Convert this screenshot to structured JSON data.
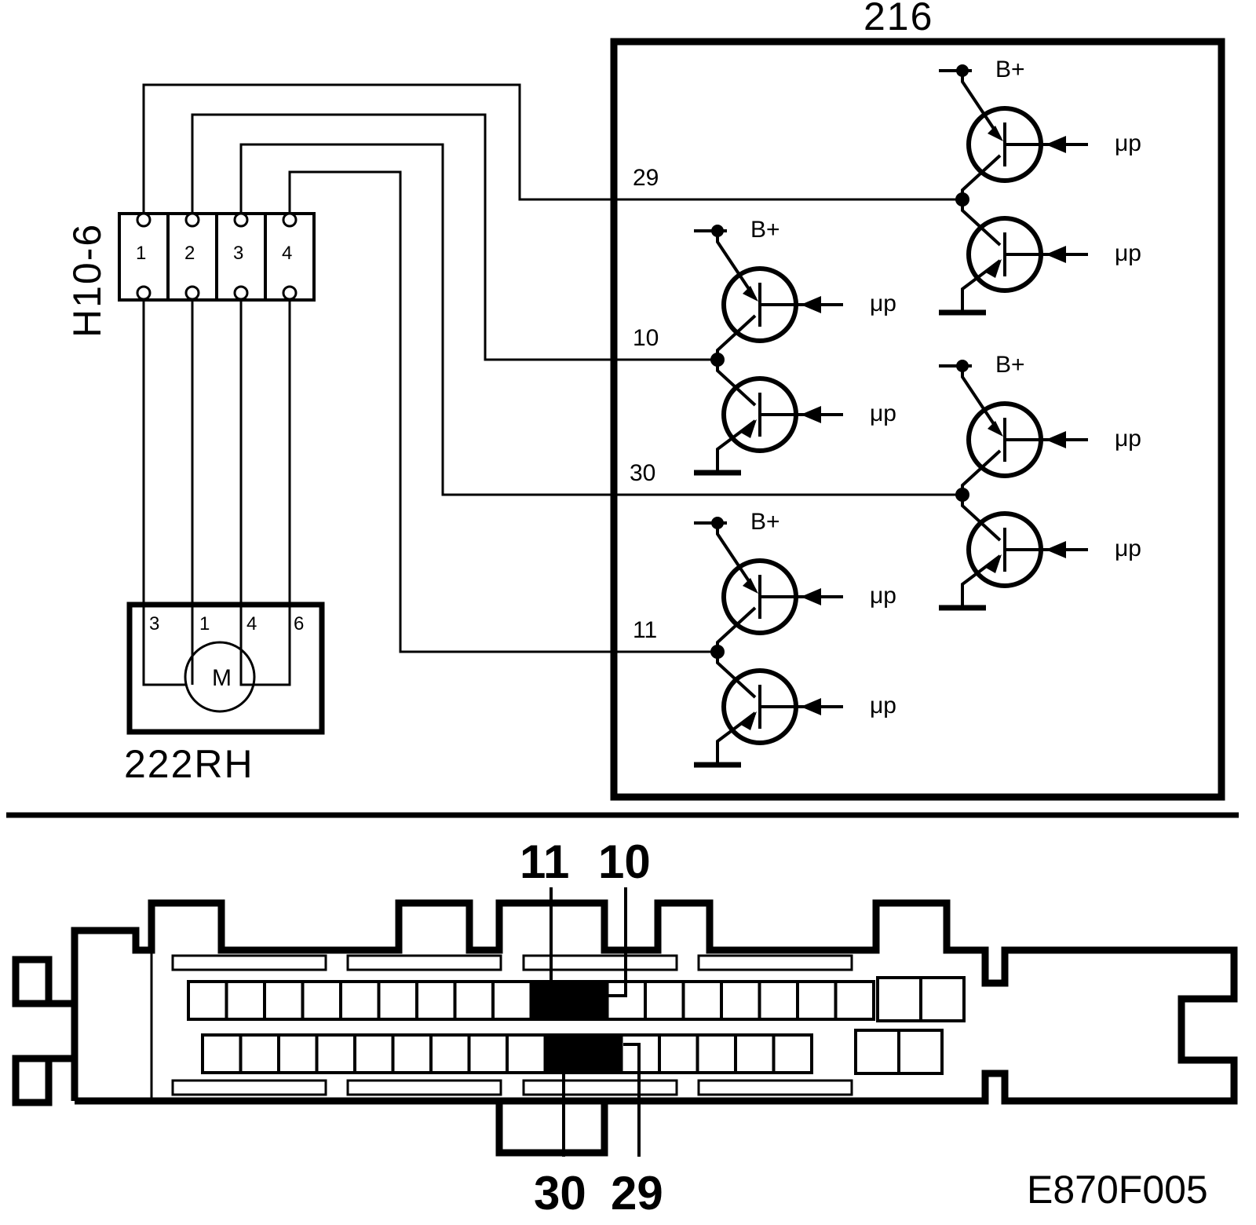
{
  "ecu": {
    "label": "216"
  },
  "connector": {
    "label": "H10-6",
    "pins": [
      "1",
      "2",
      "3",
      "4"
    ]
  },
  "motor": {
    "label": "222RH",
    "symbol": "M",
    "pins": [
      "3",
      "1",
      "4",
      "6"
    ]
  },
  "terminals": {
    "t29": "29",
    "t10": "10",
    "t30": "30",
    "t11": "11"
  },
  "supply_label": "B+",
  "mp_label": "μp",
  "ecu_connector": {
    "top_pins": [
      "11",
      "10"
    ],
    "bottom_pins": [
      "30",
      "29"
    ]
  },
  "figure_code": "E870F005"
}
